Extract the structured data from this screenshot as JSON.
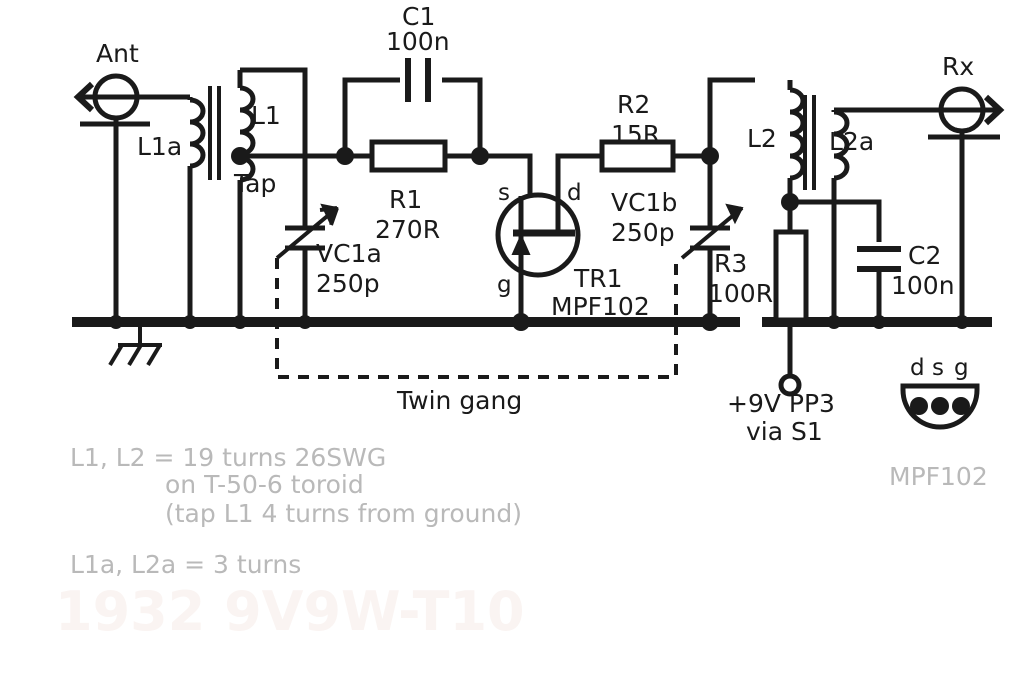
{
  "diagram": {
    "title": "Regenerative receiver RF front-end schematic",
    "ink_color": "#1a1a1a",
    "note_color": "#b9b9b9",
    "background": "#ffffff"
  },
  "connectors": {
    "ant": "Ant",
    "rx": "Rx"
  },
  "coils": {
    "l1a": "L1a",
    "l1": "L1",
    "tap": "Tap",
    "l2": "L2",
    "l2a": "L2a"
  },
  "components": [
    {
      "ref": "C1",
      "value": "100n",
      "type": "capacitor"
    },
    {
      "ref": "R1",
      "value": "270R",
      "type": "resistor"
    },
    {
      "ref": "R2",
      "value": "15R",
      "type": "resistor"
    },
    {
      "ref": "R3",
      "value": "100R",
      "type": "resistor"
    },
    {
      "ref": "C2",
      "value": "100n",
      "type": "capacitor"
    },
    {
      "ref": "VC1a",
      "value": "250p",
      "type": "variable-capacitor"
    },
    {
      "ref": "VC1b",
      "value": "250p",
      "type": "variable-capacitor"
    },
    {
      "ref": "TR1",
      "value": "MPF102",
      "type": "jfet"
    }
  ],
  "transistor": {
    "ref": "TR1",
    "part": "MPF102",
    "pin_s": "s",
    "pin_d": "d",
    "pin_g": "g"
  },
  "pinout": {
    "part": "MPF102",
    "pins": [
      "d",
      "s",
      "g"
    ]
  },
  "annotations": {
    "twin_gang": "Twin gang",
    "supply_line1": "+9V PP3",
    "supply_line2": "via S1"
  },
  "notes": [
    "L1, L2 =  19 turns 26SWG",
    "on T-50-6 toroid",
    "(tap L1 4 turns from ground)",
    "L1a, L2a = 3 turns"
  ],
  "watermark": "1932 9V9W-T10"
}
